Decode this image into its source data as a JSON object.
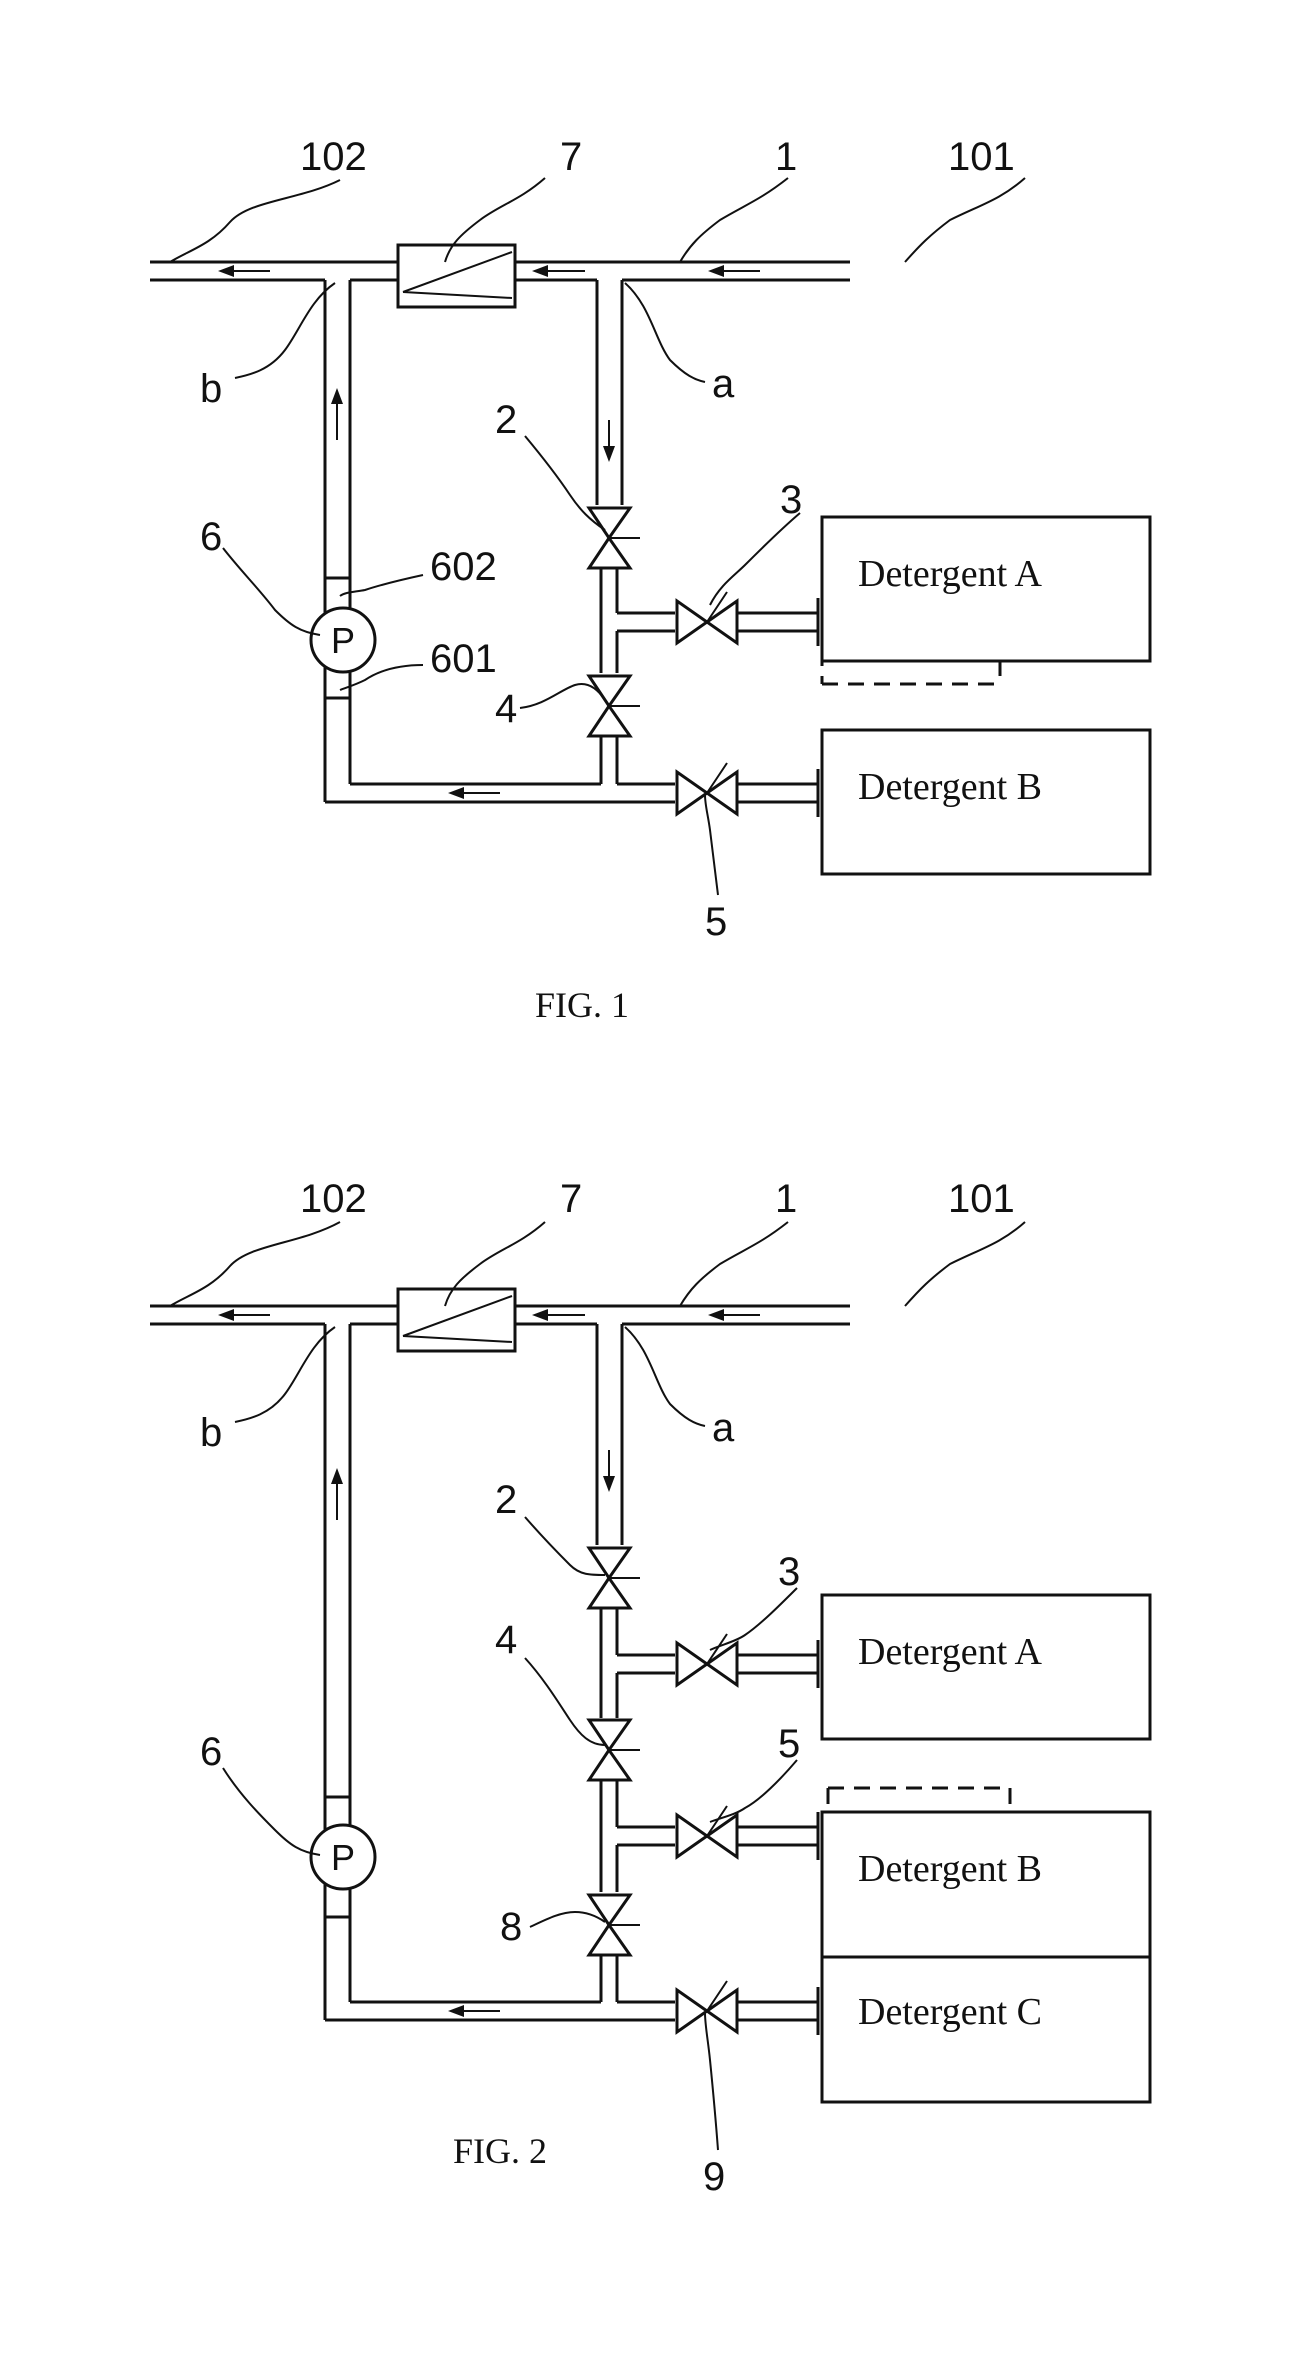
{
  "fig1": {
    "caption": "FIG. 1",
    "labels": {
      "outlet": "102",
      "component7": "7",
      "pipe1": "1",
      "inlet": "101",
      "point_a": "a",
      "point_b": "b",
      "valve2": "2",
      "valve3": "3",
      "valve4": "4",
      "valve5": "5",
      "pump6": "6",
      "port602": "602",
      "port601": "601",
      "pump_symbol": "P"
    },
    "tanks": [
      "Detergent A",
      "Detergent B"
    ]
  },
  "fig2": {
    "caption": "FIG. 2",
    "labels": {
      "outlet": "102",
      "component7": "7",
      "pipe1": "1",
      "inlet": "101",
      "point_a": "a",
      "point_b": "b",
      "valve2": "2",
      "valve3": "3",
      "valve4": "4",
      "valve5": "5",
      "valve8": "8",
      "valve9": "9",
      "pump6": "6",
      "pump_symbol": "P"
    },
    "tanks": [
      "Detergent A",
      "Detergent B",
      "Detergent C"
    ]
  }
}
